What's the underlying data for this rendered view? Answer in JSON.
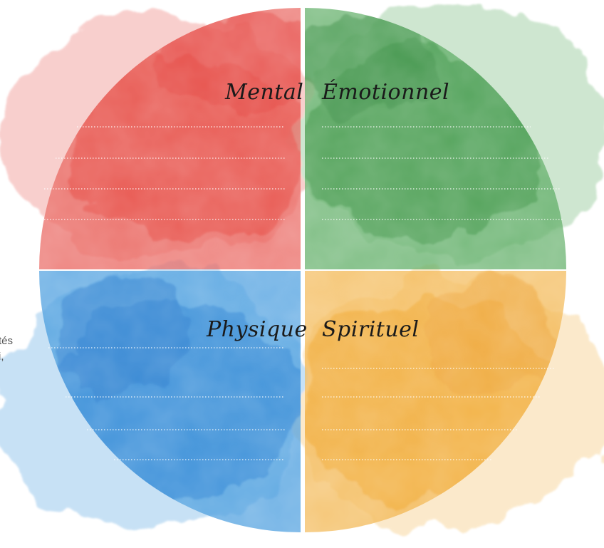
{
  "quadrants": {
    "mental": {
      "label": "Mental",
      "color": "#e8564f"
    },
    "emotionnel": {
      "label": "Émotionnel",
      "color": "#53a85a"
    },
    "physique": {
      "label": "Physique",
      "color": "#3b95dc"
    },
    "spirituel": {
      "label": "Spirituel",
      "color": "#f2b347"
    }
  },
  "cut_off_text": [
    "tés",
    "i,"
  ]
}
